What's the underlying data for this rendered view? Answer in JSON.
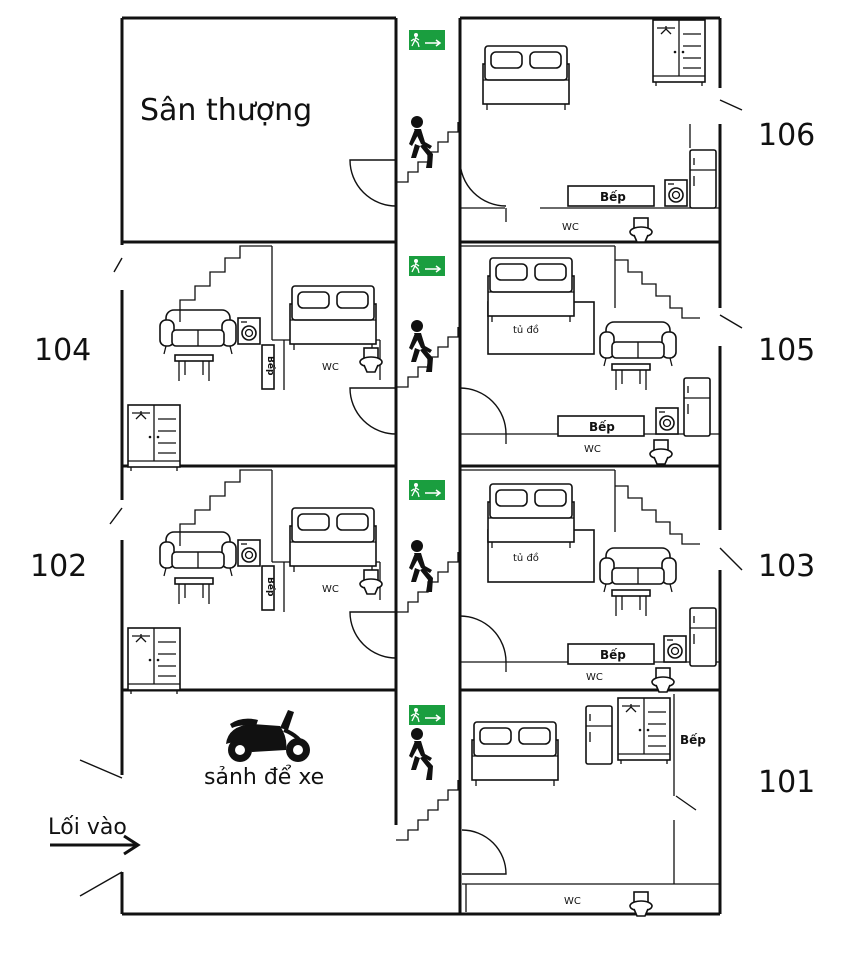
{
  "labels": {
    "terrace": "Sân thượng",
    "parking": "sảnh để xe",
    "entrance": "Lối vào",
    "kitchen": "Bếp",
    "wc": "WC",
    "wardrobe": "tủ đồ",
    "kitchen_vertical": "Bếp",
    "exit_sign": "EXIT"
  },
  "rooms": {
    "r106": "106",
    "r105": "105",
    "r104": "104",
    "r103": "103",
    "r102": "102",
    "r101": "101"
  },
  "icons": {
    "exit": "exit-sign-icon",
    "stairs": "stair-climber-icon",
    "bed": "bed-icon",
    "sofa": "sofa-icon",
    "table": "table-icon",
    "fridge": "fridge-icon",
    "washer": "washing-machine-icon",
    "toilet": "toilet-icon",
    "wardrobe": "wardrobe-icon",
    "motorbike": "scooter-icon",
    "arrow": "arrow-right-icon"
  },
  "colors": {
    "exit_green": "#1a9e3f",
    "line": "#111111"
  }
}
